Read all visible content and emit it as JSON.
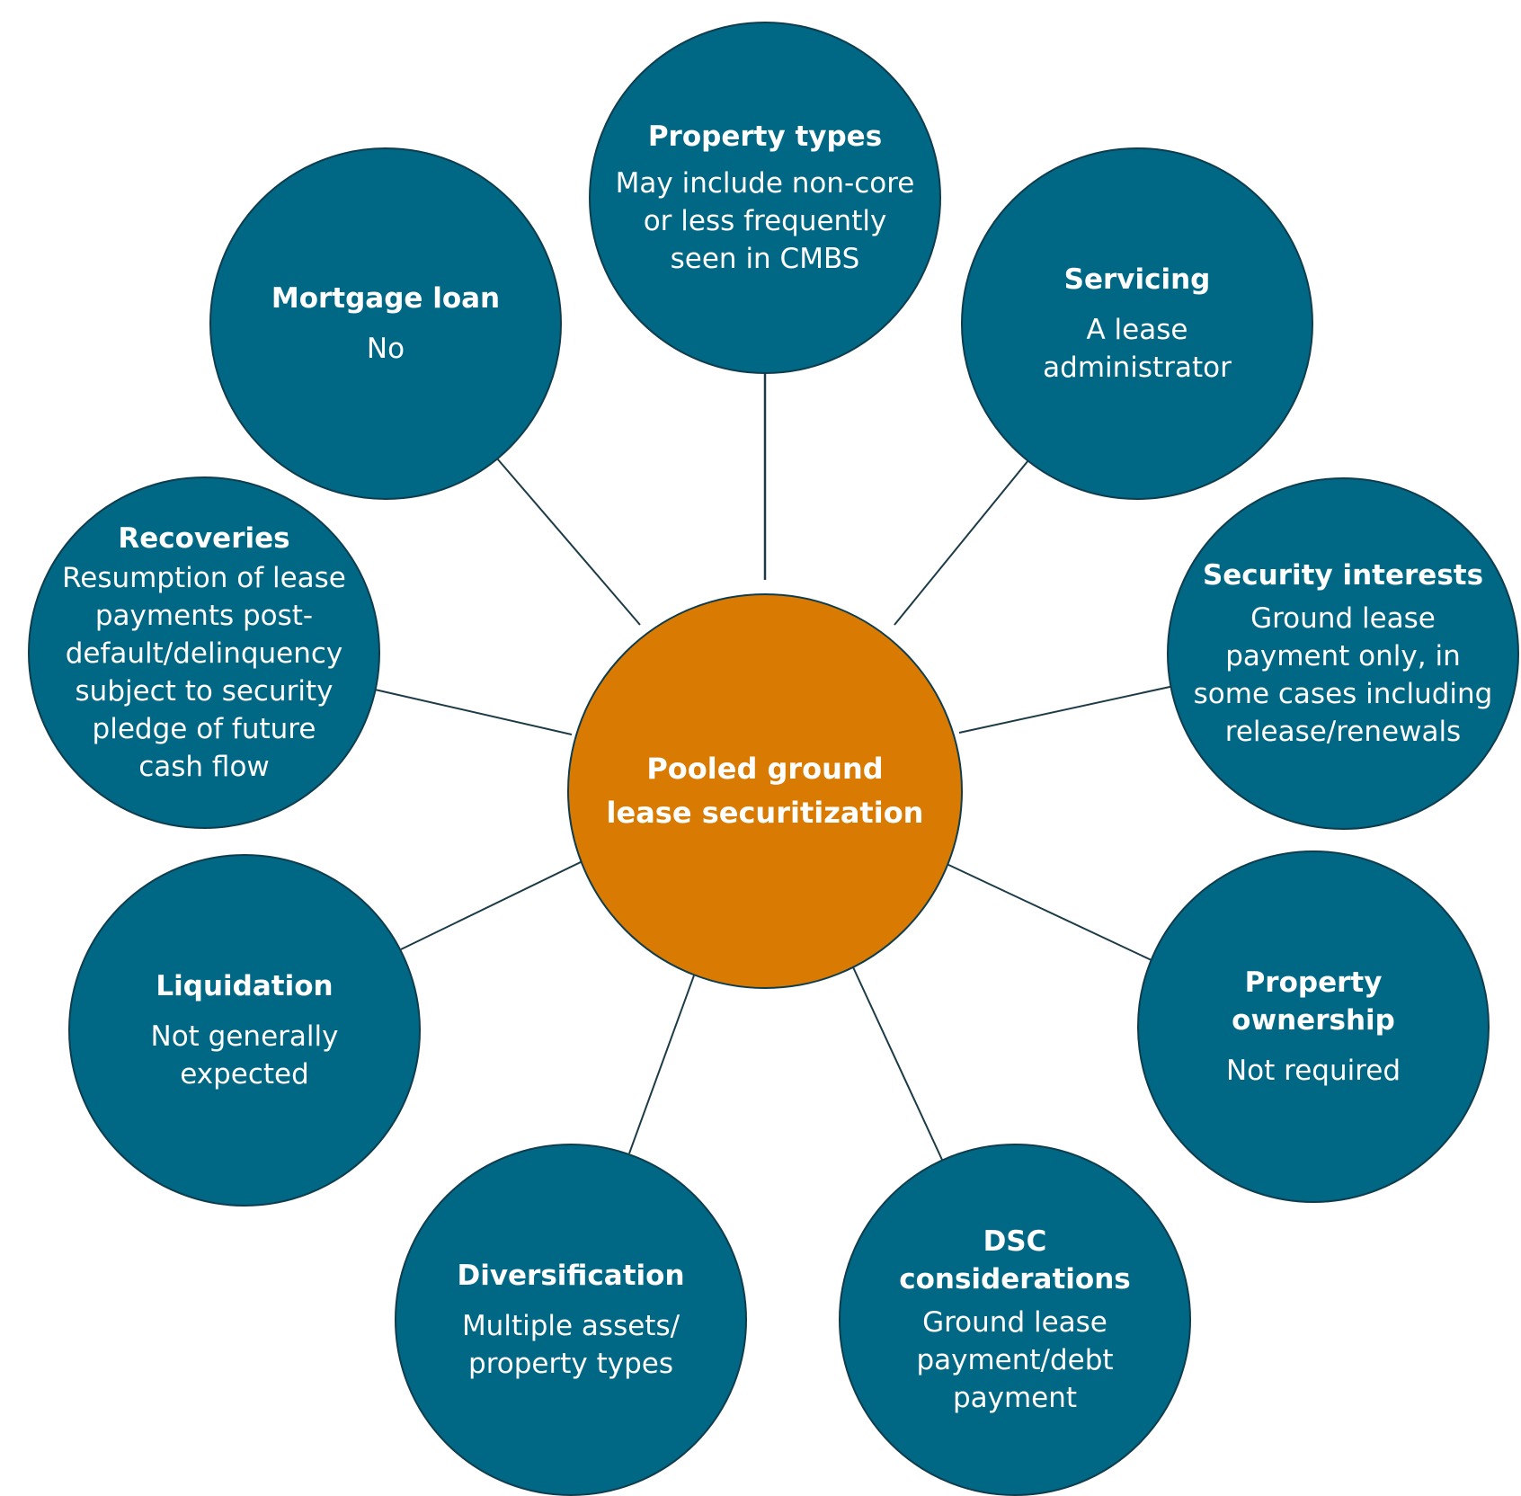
{
  "diagram": {
    "center": {
      "title": "Pooled ground\nlease securitization"
    },
    "nodes": [
      {
        "id": "property-types",
        "title": "Property types",
        "body": "May include non-core\nor less frequently\nseen in CMBS"
      },
      {
        "id": "servicing",
        "title": "Servicing",
        "body": "A lease\nadministrator"
      },
      {
        "id": "security-interests",
        "title": "Security interests",
        "body": "Ground lease\npayment only, in\nsome cases including\nrelease/renewals"
      },
      {
        "id": "property-ownership",
        "title": "Property\nownership",
        "body": "Not required"
      },
      {
        "id": "dsc-considerations",
        "title": "DSC\nconsiderations",
        "body": "Ground lease\npayment/debt\npayment"
      },
      {
        "id": "diversification",
        "title": "Diversification",
        "body": "Multiple assets/\nproperty types"
      },
      {
        "id": "liquidation",
        "title": "Liquidation",
        "body": "Not generally\nexpected"
      },
      {
        "id": "recoveries",
        "title": "Recoveries",
        "body": "Resumption of lease\npayments post-\ndefault/delinquency\nsubject to security\npledge of future\ncash flow"
      },
      {
        "id": "mortgage-loan",
        "title": "Mortgage loan",
        "body": "No"
      }
    ],
    "colors": {
      "node_fill": "#006784",
      "center_fill": "#d97a02",
      "outline": "#0f3d4e",
      "connector": "#1d3b47",
      "text": "#ffffff"
    }
  }
}
